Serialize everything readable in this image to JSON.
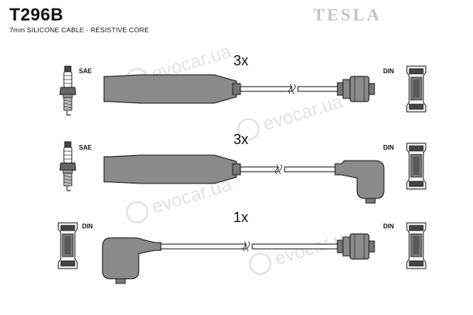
{
  "header": {
    "code": "T296B",
    "subtitle": "7mm SILICONE CABLE - RESISTIVE CORE",
    "brand": "TESLA"
  },
  "watermark": "evocar.ua",
  "rows": [
    {
      "left_label": "SAE",
      "right_label": "DIN",
      "quantity": "3x"
    },
    {
      "left_label": "SAE",
      "right_label": "DIN",
      "quantity": "3x"
    },
    {
      "left_label": "DIN",
      "right_label": "DIN",
      "quantity": "1x"
    }
  ],
  "colors": {
    "part_fill": "#8a8a8a",
    "part_dark": "#5e5e5e",
    "outline": "#1a1a1a",
    "brand": "#c4c4c4"
  }
}
